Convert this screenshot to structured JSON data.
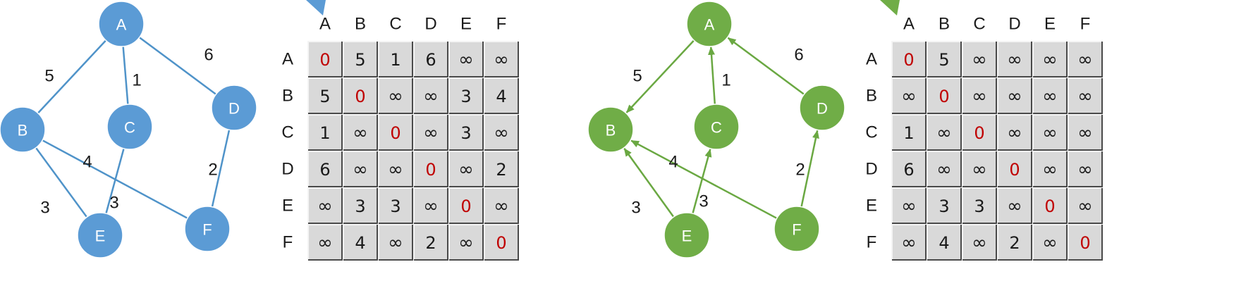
{
  "undirected_graph": {
    "nodes": [
      "A",
      "B",
      "C",
      "D",
      "E",
      "F"
    ],
    "edges": [
      {
        "from": "A",
        "to": "B",
        "weight": "5"
      },
      {
        "from": "A",
        "to": "C",
        "weight": "1"
      },
      {
        "from": "A",
        "to": "D",
        "weight": "6"
      },
      {
        "from": "B",
        "to": "E",
        "weight": "3"
      },
      {
        "from": "B",
        "to": "F",
        "weight": "4"
      },
      {
        "from": "C",
        "to": "E",
        "weight": "3"
      },
      {
        "from": "D",
        "to": "F",
        "weight": "2"
      }
    ],
    "color": "#5b9bd5",
    "edge_color": "#4f93c9"
  },
  "undirected_matrix": {
    "headers": [
      "A",
      "B",
      "C",
      "D",
      "E",
      "F"
    ],
    "rows": [
      [
        "0",
        "5",
        "1",
        "6",
        "∞",
        "∞"
      ],
      [
        "5",
        "0",
        "∞",
        "∞",
        "3",
        "4"
      ],
      [
        "1",
        "∞",
        "0",
        "∞",
        "3",
        "∞"
      ],
      [
        "6",
        "∞",
        "∞",
        "0",
        "∞",
        "2"
      ],
      [
        "∞",
        "3",
        "3",
        "∞",
        "0",
        "∞"
      ],
      [
        "∞",
        "4",
        "∞",
        "2",
        "∞",
        "0"
      ]
    ]
  },
  "directed_graph": {
    "nodes": [
      "A",
      "B",
      "C",
      "D",
      "E",
      "F"
    ],
    "edges": [
      {
        "from": "A",
        "to": "B",
        "weight": "5"
      },
      {
        "from": "C",
        "to": "A",
        "weight": "1"
      },
      {
        "from": "D",
        "to": "A",
        "weight": "6"
      },
      {
        "from": "E",
        "to": "B",
        "weight": "3"
      },
      {
        "from": "F",
        "to": "B",
        "weight": "4"
      },
      {
        "from": "E",
        "to": "C",
        "weight": "3"
      },
      {
        "from": "F",
        "to": "D",
        "weight": "2"
      }
    ],
    "color": "#70ad47",
    "edge_color": "#6aa842"
  },
  "directed_matrix": {
    "headers": [
      "A",
      "B",
      "C",
      "D",
      "E",
      "F"
    ],
    "rows": [
      [
        "0",
        "5",
        "∞",
        "∞",
        "∞",
        "∞"
      ],
      [
        "∞",
        "0",
        "∞",
        "∞",
        "∞",
        "∞"
      ],
      [
        "1",
        "∞",
        "0",
        "∞",
        "∞",
        "∞"
      ],
      [
        "6",
        "∞",
        "∞",
        "0",
        "∞",
        "∞"
      ],
      [
        "∞",
        "3",
        "3",
        "∞",
        "0",
        "∞"
      ],
      [
        "∞",
        "4",
        "∞",
        "2",
        "∞",
        "0"
      ]
    ]
  },
  "colors": {
    "cell_bg": "#d9d9d9",
    "diagonal_text": "#c00000",
    "text": "#1a1a1a",
    "node_text": "#ffffff"
  }
}
